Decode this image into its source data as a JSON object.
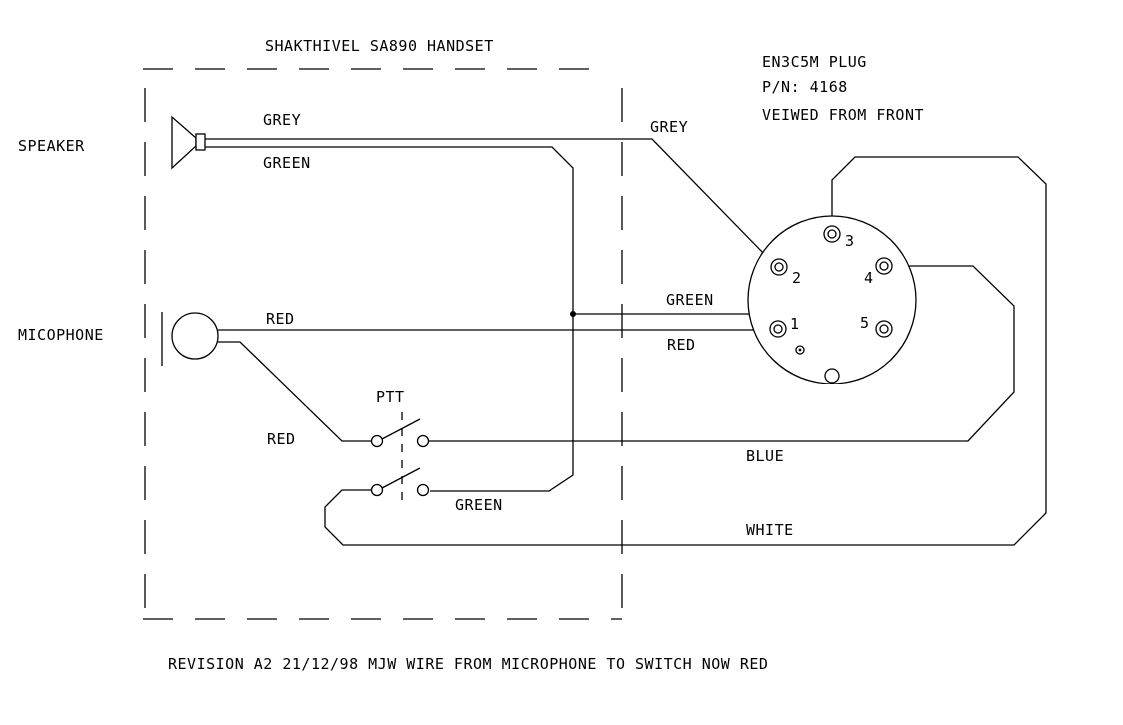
{
  "handset_title": "SHAKTHIVEL SA890 HANDSET",
  "plug": {
    "name": "EN3C5M PLUG",
    "part_number": "P/N: 4168",
    "view": "VEIWED FROM FRONT",
    "pins": [
      "1",
      "2",
      "3",
      "4",
      "5"
    ]
  },
  "components": {
    "speaker": "SPEAKER",
    "microphone": "MICOPHONE",
    "switch": "PTT"
  },
  "wires": {
    "speaker_grey": "GREY",
    "speaker_green": "GREEN",
    "grey_to_pin2": "GREY",
    "green_to_pin1": "GREEN",
    "mic_red": "RED",
    "red_to_pin1": "RED",
    "mic_to_switch_red": "RED",
    "switch_green": "GREEN",
    "blue": "BLUE",
    "white": "WHITE"
  },
  "revision_note": "REVISION A2 21/12/98 MJW  WIRE FROM MICROPHONE TO SWITCH NOW RED"
}
